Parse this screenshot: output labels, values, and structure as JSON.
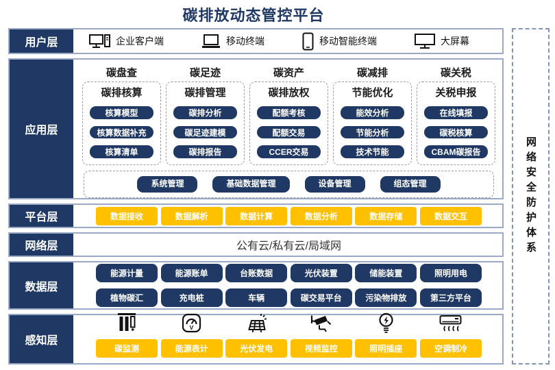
{
  "title": "碳排放动态管控平台",
  "colors": {
    "navy": "#1f3864",
    "yellow": "#ffc000",
    "border": "#9aaac6",
    "title": "#1f3864"
  },
  "security": {
    "label": "网络安全防护体系"
  },
  "layers": {
    "user": {
      "label": "用户层",
      "items": [
        {
          "icon": "desktop-computer-icon",
          "label": "企业客户端"
        },
        {
          "icon": "laptop-icon",
          "label": "移动终端"
        },
        {
          "icon": "smartphone-icon",
          "label": "移动智能终端"
        },
        {
          "icon": "big-screen-icon",
          "label": "大屏幕"
        }
      ]
    },
    "application": {
      "label": "应用层",
      "columns": [
        {
          "header": "碳盘查",
          "title": "碳排核算",
          "items": [
            "核算模型",
            "核算数据补充",
            "核算清单"
          ]
        },
        {
          "header": "碳足迹",
          "title": "碳排管理",
          "items": [
            "碳排分析",
            "碳足迹建模",
            "碳排报告"
          ]
        },
        {
          "header": "碳资产",
          "title": "碳排放权",
          "items": [
            "配额考核",
            "配额交易",
            "CCER交易"
          ]
        },
        {
          "header": "碳减排",
          "title": "节能优化",
          "items": [
            "能效分析",
            "节能分析",
            "技术节能"
          ]
        },
        {
          "header": "碳关税",
          "title": "关税申报",
          "items": [
            "在线填报",
            "碳税核算",
            "CBAM碳报告"
          ]
        }
      ],
      "common": [
        "系统管理",
        "基础数据管理",
        "设备管理",
        "组态管理"
      ]
    },
    "platform": {
      "label": "平台层",
      "items": [
        "数据接收",
        "数据解析",
        "数据计算",
        "数据分析",
        "数据存储",
        "数据交互"
      ]
    },
    "network": {
      "label": "网络层",
      "content": "公有云/私有云/局域网"
    },
    "data": {
      "label": "数据层",
      "rows": [
        [
          "能源计量",
          "能源账单",
          "台账数据",
          "光伏装置",
          "储能装置",
          "照明用电"
        ],
        [
          "植物碳汇",
          "充电桩",
          "车辆",
          "碳交易平台",
          "污染物排放",
          "第三方平台"
        ]
      ]
    },
    "perception": {
      "label": "感知层",
      "items": [
        {
          "icon": "chimney-monitor-icon",
          "label": "碳监测"
        },
        {
          "icon": "meter-gauge-icon",
          "label": "能源表计",
          "icon_letter": "V"
        },
        {
          "icon": "solar-panel-icon",
          "label": "光伏发电"
        },
        {
          "icon": "cctv-camera-icon",
          "label": "视频监控"
        },
        {
          "icon": "light-bulb-icon",
          "label": "照明插座"
        },
        {
          "icon": "air-conditioner-icon",
          "label": "空调制冷"
        }
      ]
    }
  }
}
